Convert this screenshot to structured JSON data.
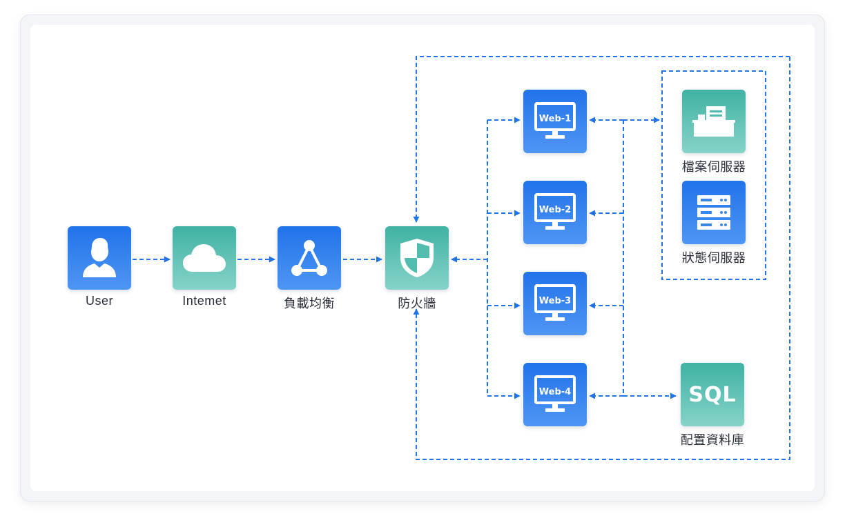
{
  "nodes": {
    "user": {
      "label": "User",
      "icon": "user-icon",
      "color": "#2173ea"
    },
    "internet": {
      "label": "Intemet",
      "icon": "cloud-icon",
      "color": "#3fb2a3"
    },
    "load_balancer": {
      "label": "負載均衡",
      "icon": "network-triangle-icon",
      "color": "#2173ea"
    },
    "firewall": {
      "label": "防火牆",
      "icon": "shield-icon",
      "color": "#3fb2a3"
    },
    "web_servers": [
      {
        "label": "Web-1",
        "icon": "monitor-icon"
      },
      {
        "label": "Web-2",
        "icon": "monitor-icon"
      },
      {
        "label": "Web-3",
        "icon": "monitor-icon"
      },
      {
        "label": "Web-4",
        "icon": "monitor-icon"
      }
    ],
    "file_server": {
      "label": "檔案伺服器",
      "icon": "file-server-icon",
      "color": "#3fb2a3"
    },
    "status_server": {
      "label": "狀態伺服器",
      "icon": "server-rack-icon",
      "color": "#2173ea"
    },
    "database": {
      "label": "配置資料庫",
      "icon_text": "SQL",
      "color": "#3fb2a3"
    }
  },
  "connector_color": "#2173ea"
}
